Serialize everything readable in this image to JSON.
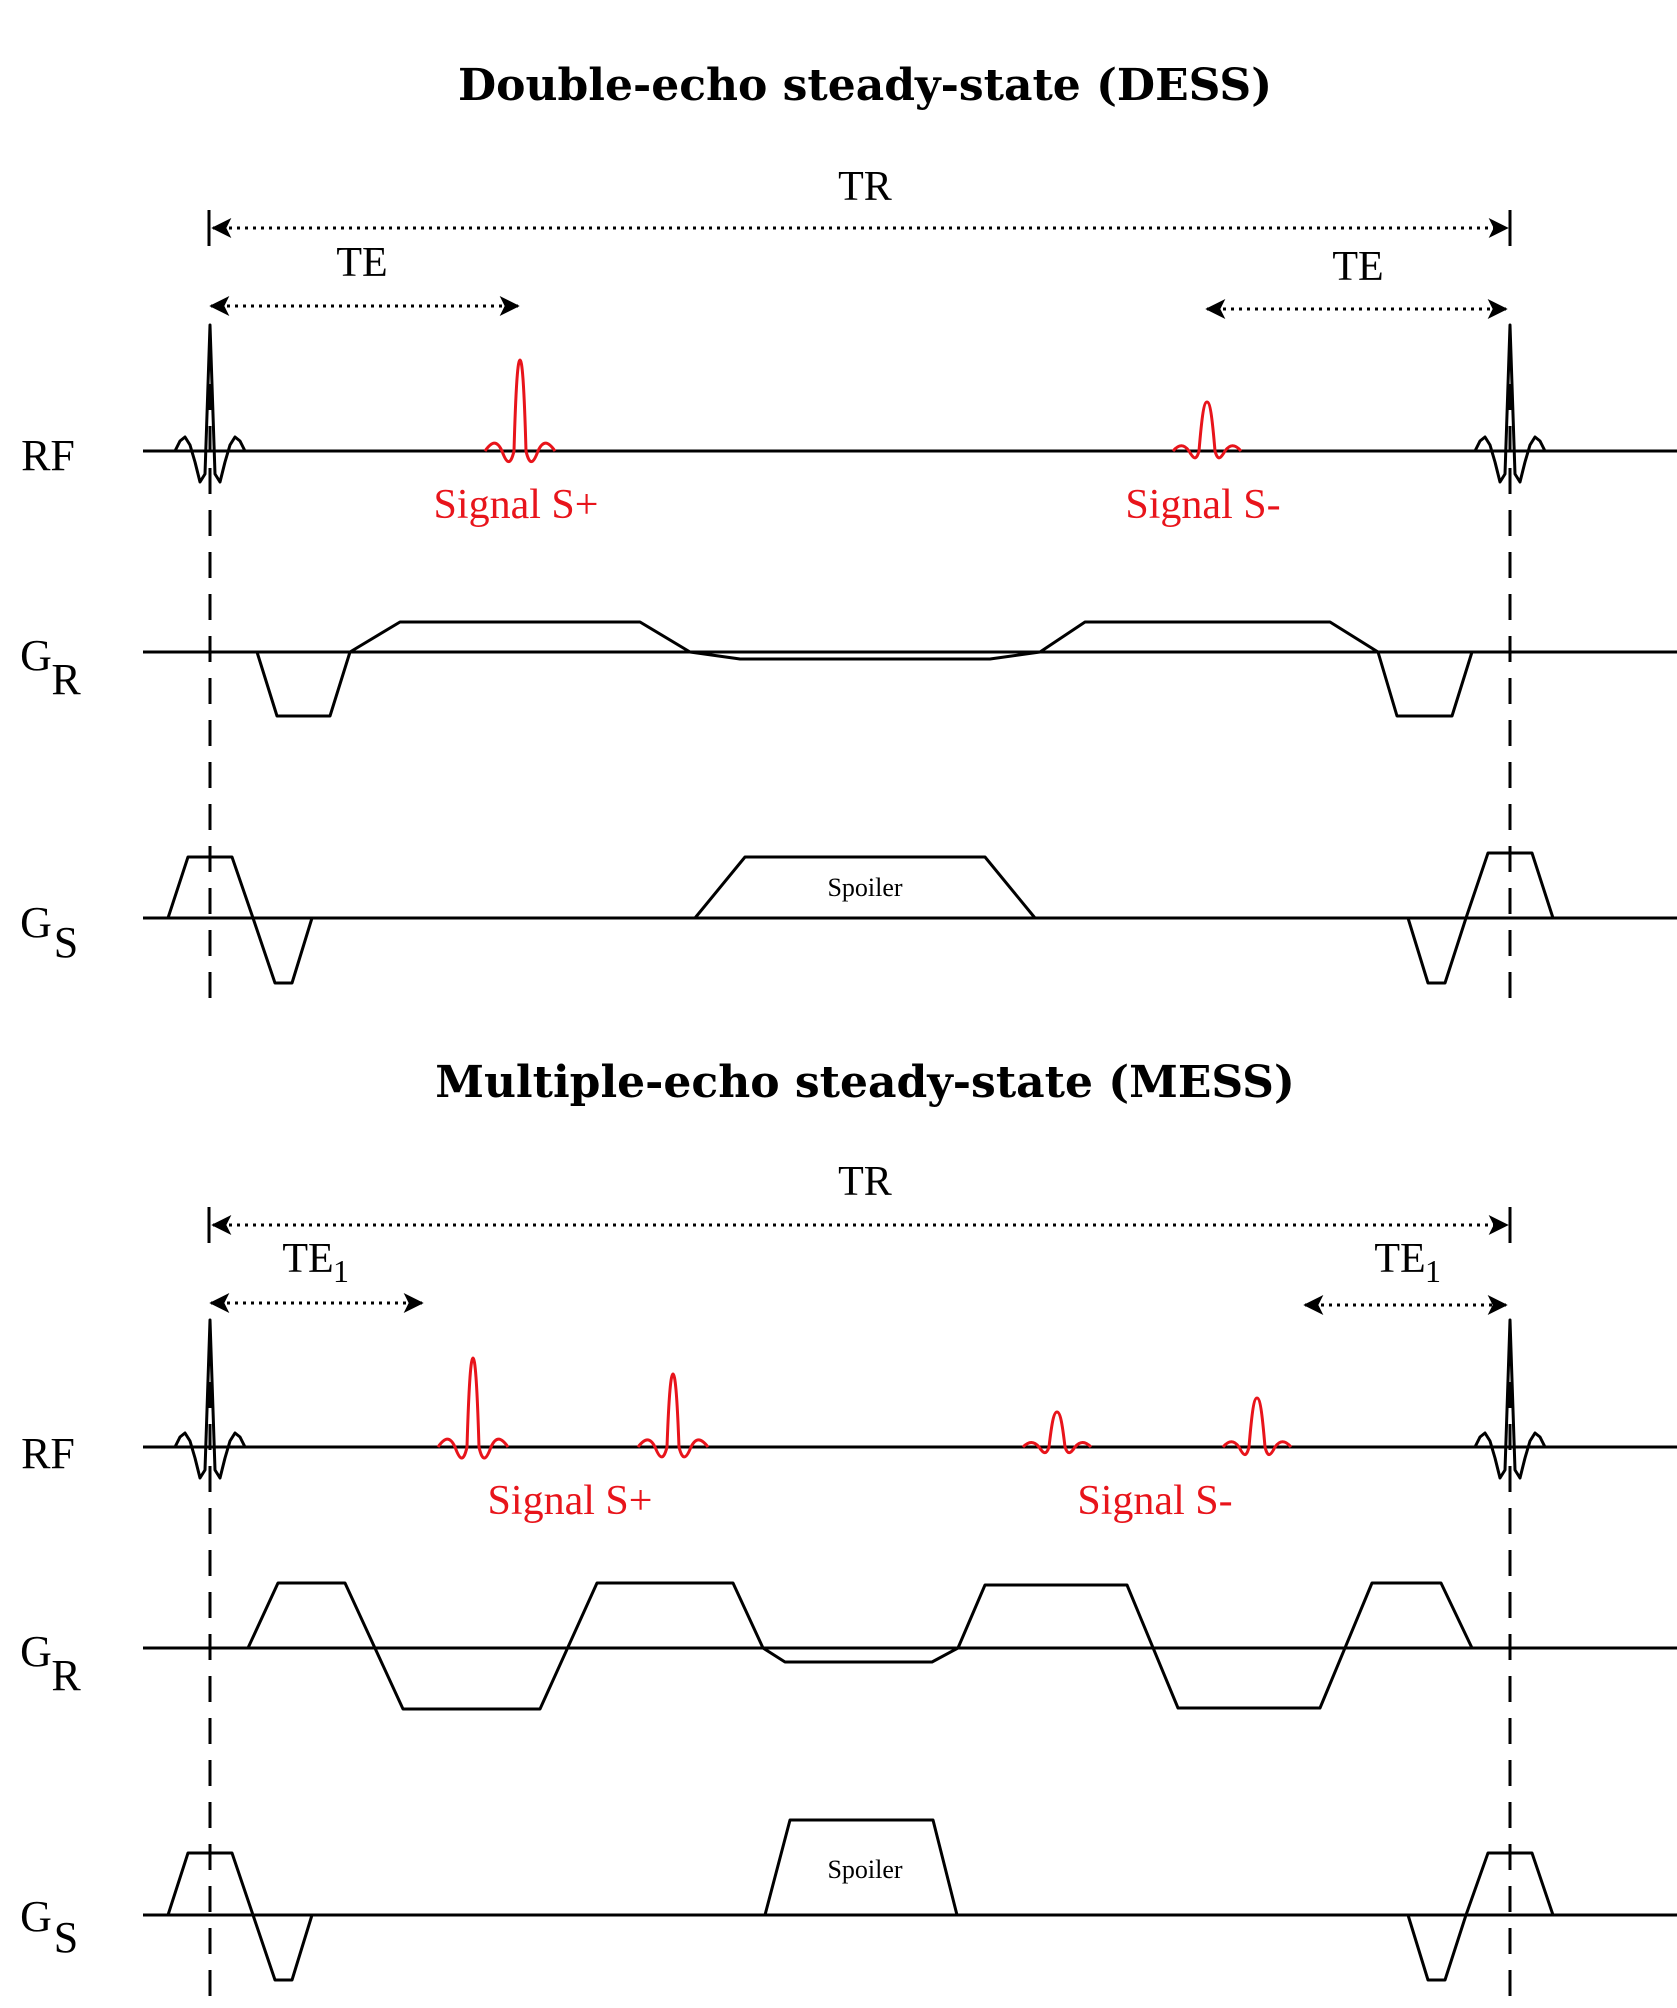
{
  "dess": {
    "title": "Double-echo steady-state (DESS)",
    "tr_label": "TR",
    "te_left_label": "TE",
    "te_right_label": "TE",
    "rf_label": "RF",
    "gr_label": "G",
    "gr_sub": "R",
    "gs_label": "G",
    "gs_sub": "S",
    "signal_plus": "Signal S+",
    "signal_minus": "Signal S-",
    "spoiler_label": "Spoiler"
  },
  "mess": {
    "title": "Multiple-echo steady-state (MESS)",
    "tr_label": "TR",
    "te_left_label": "TE",
    "te_left_sub": "1",
    "te_right_label": "TE",
    "te_right_sub": "1",
    "rf_label": "RF",
    "gr_label": "G",
    "gr_sub": "R",
    "gs_label": "G",
    "gs_sub": "S",
    "signal_plus": "Signal S+",
    "signal_minus": "Signal S-",
    "spoiler_label": "Spoiler"
  },
  "colors": {
    "signal": "#e8141b",
    "line": "#000000"
  }
}
